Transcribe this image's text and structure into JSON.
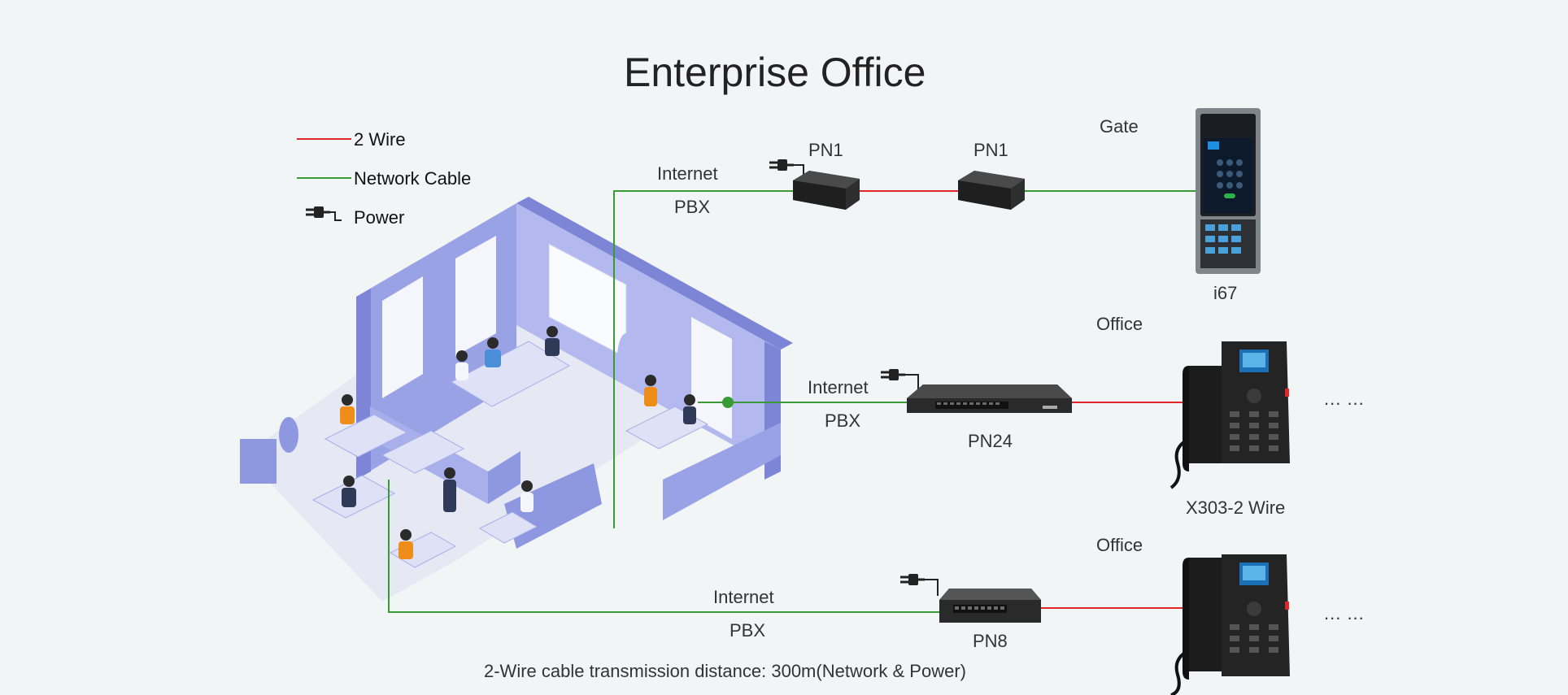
{
  "title": "Enterprise Office",
  "legend": {
    "two_wire": "2 Wire",
    "network_cable": "Network Cable",
    "power": "Power"
  },
  "colors": {
    "two_wire": "#e0262b",
    "network_cable": "#3a9a35",
    "background": "#f2f5f6",
    "office_blue": "#8e98e0"
  },
  "top_route": {
    "internet": "Internet",
    "pbx": "PBX",
    "device_a": "PN1",
    "device_b": "PN1",
    "endpoint_group": "Gate",
    "endpoint": "i67"
  },
  "middle_route": {
    "internet": "Internet",
    "pbx": "PBX",
    "switch": "PN24",
    "endpoint_group": "Office",
    "endpoint": "X303-2 Wire",
    "more": "... ..."
  },
  "bottom_route": {
    "internet": "Internet",
    "pbx": "PBX",
    "switch": "PN8",
    "endpoint_group": "Office",
    "more": "... ..."
  },
  "footer": "2-Wire cable transmission distance: 300m(Network & Power)",
  "icons": [
    "power-plug-icon",
    "office-illustration",
    "poe-extender-icon",
    "poe-switch-icon",
    "door-intercom-icon",
    "desk-phone-icon"
  ]
}
